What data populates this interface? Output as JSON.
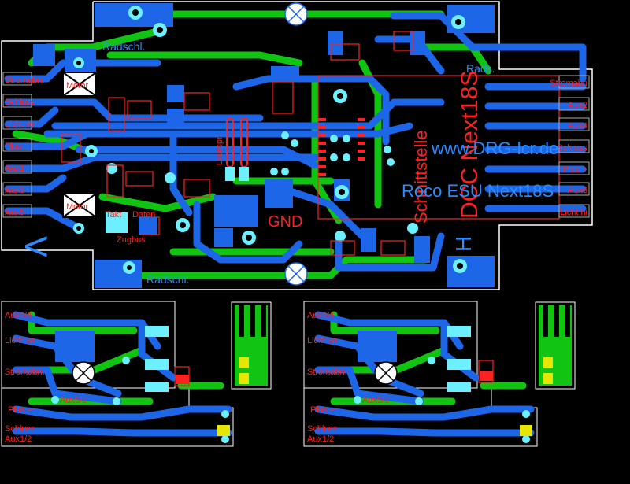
{
  "main_board": {
    "labels_left": [
      "Stromabn.",
      "Schluss",
      "Licht vo",
      "Plus +",
      "Aux1",
      "Aux3",
      "Aux5"
    ],
    "labels_right": [
      "Stromabn",
      "Aux2",
      "Aux4",
      "Schluss",
      "Plus +",
      "Aux6",
      "Licht hi"
    ],
    "radschl_top": "Radschl.",
    "radschl_bottom": "Radschl.",
    "rads_right": "Rads.",
    "motor_top": "Motor",
    "motor_bottom": "Motor",
    "takt": "Takt",
    "daten": "Daten",
    "zugbus": "Zugbus",
    "lautspr": "Lautspr.",
    "gnd": "GND",
    "schnittstelle": "Schnittstelle",
    "dcc_title": "DCC Next18S",
    "website": "www.DRG-lcr.de",
    "roco_title": "Roco ESU Next18S",
    "h_mark": "H",
    "v_mark": "V"
  },
  "sub_board_left": {
    "labels": [
      "Aux3/4",
      "Licht vo",
      "Stromabn.",
      "Aux5/6",
      "Plus +",
      "Schluss",
      "Aux1/2"
    ]
  },
  "sub_board_right": {
    "labels": [
      "Aux3/4",
      "Licht vo",
      "Stromabn.",
      "Aux5/6",
      "Plus +",
      "Schluss",
      "Aux1/2"
    ]
  }
}
